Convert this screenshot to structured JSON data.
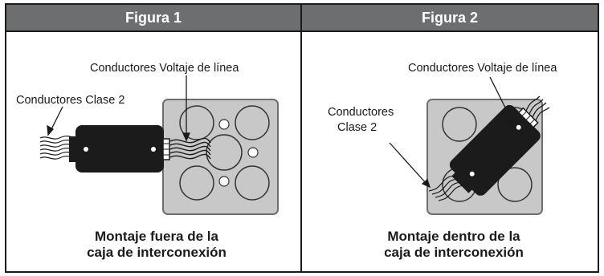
{
  "panels": [
    {
      "heading": "Figura 1",
      "label_line_voltage": "Conductores Voltaje de línea",
      "label_class2": "Conductores Clase 2",
      "caption_line1": "Montaje fuera de la",
      "caption_line2": "caja de interconexión"
    },
    {
      "heading": "Figura 2",
      "label_line_voltage": "Conductores Voltaje de línea",
      "label_class2_line1": "Conductores",
      "label_class2_line2": "Clase 2",
      "caption_line1": "Montaje dentro de la",
      "caption_line2": "caja de interconexión"
    }
  ],
  "colors": {
    "header_bg": "#6d6e70",
    "box_fill": "#c8c8c9",
    "device_fill": "#1b1b1b"
  }
}
